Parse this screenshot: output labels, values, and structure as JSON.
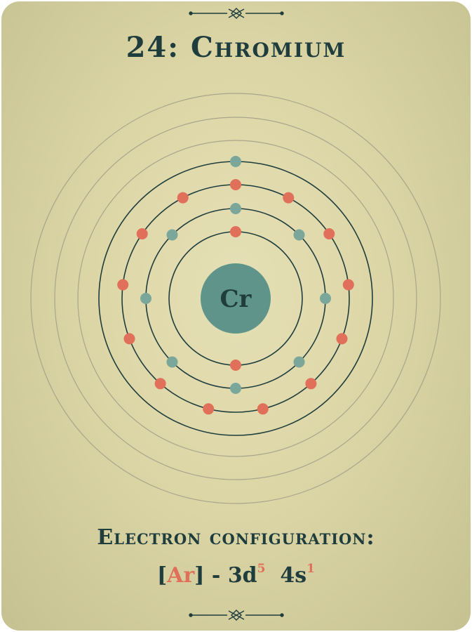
{
  "title": "24: Chromium",
  "element": {
    "symbol": "Cr",
    "atomic_number": 24,
    "shell_electrons": [
      2,
      8,
      13,
      1
    ],
    "total_orbit_rings": 7
  },
  "configuration": {
    "label": "Electron configuration:",
    "bracket_open": "[",
    "noble_core": "Ar",
    "bracket_close": "]",
    "separator": " - ",
    "orbital_1": "3d",
    "orbital_1_exp": "5",
    "orbital_2": "4s",
    "orbital_2_exp": "1"
  },
  "colors": {
    "background": "#dcd6a6",
    "dark_teal": "#1f3d3d",
    "nucleus": "#5e948a",
    "electron_teal": "#7ba79b",
    "electron_red": "#e0705a",
    "outer_ring": "#a9a58c"
  },
  "icons": {
    "ornament": "ornament-divider-icon"
  }
}
